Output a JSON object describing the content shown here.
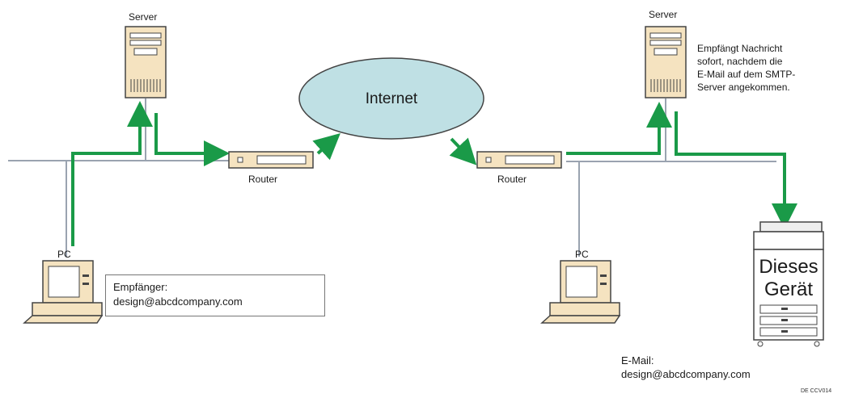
{
  "diagram": {
    "left_server_label": "Server",
    "right_server_label": "Server",
    "left_router_label": "Router",
    "right_router_label": "Router",
    "internet_label": "Internet",
    "left_pc_label": "PC",
    "right_pc_label": "PC",
    "recipient_label": "Empfänger:",
    "recipient_address": "design@abcdcompany.com",
    "server_note_lines": [
      "Empfängt Nachricht",
      "sofort, nachdem die",
      "E-Mail auf dem SMTP-",
      "Server angekommen."
    ],
    "device_label_line1": "Dieses",
    "device_label_line2": "Gerät",
    "device_email_label": "E-Mail:",
    "device_email_address": "design@abcdcompany.com",
    "figure_code": "DE CCV014",
    "colors": {
      "flow_arrow": "#1a9a48",
      "network_line": "#9aa3b0",
      "cloud_fill": "#bfe0e4",
      "device_fill": "#f5e3c0",
      "outline": "#444444"
    }
  }
}
